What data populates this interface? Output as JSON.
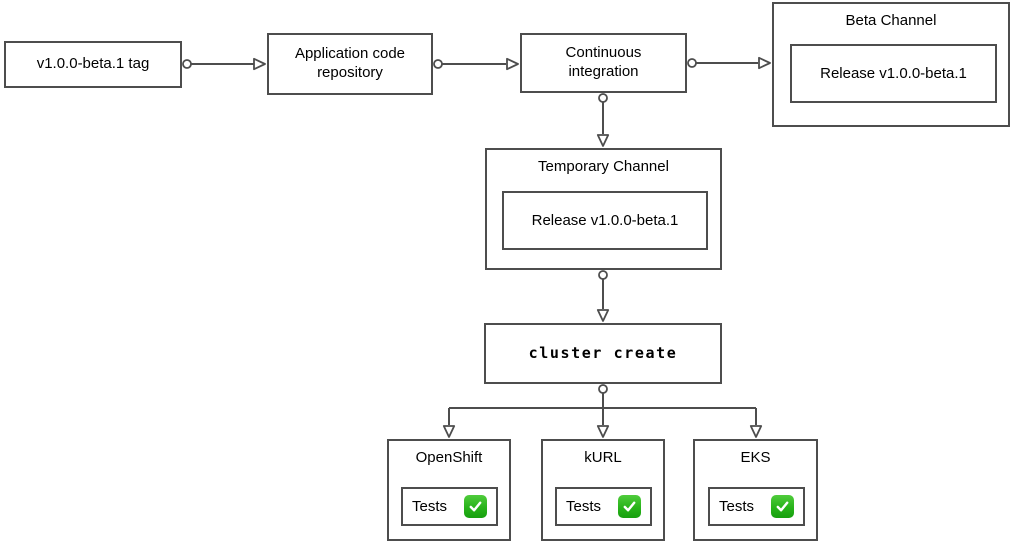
{
  "diagram": {
    "description": "Release pipeline flowchart",
    "colors": {
      "border": "#4d4d4d",
      "text": "#000000",
      "background": "#ffffff",
      "check_green": "#28b31a"
    },
    "nodes": {
      "tag": {
        "label": "v1.0.0-beta.1 tag"
      },
      "repo": {
        "label": "Application code repository"
      },
      "ci": {
        "label": "Continuous integration"
      },
      "beta_channel": {
        "title": "Beta Channel",
        "release_label": "Release v1.0.0-beta.1"
      },
      "temporary_channel": {
        "title": "Temporary Channel",
        "release_label": "Release v1.0.0-beta.1"
      },
      "cluster_create": {
        "label": "cluster create"
      },
      "platforms": [
        {
          "title": "OpenShift",
          "tests_label": "Tests",
          "status_icon": "check-mark-green"
        },
        {
          "title": "kURL",
          "tests_label": "Tests",
          "status_icon": "check-mark-green"
        },
        {
          "title": "EKS",
          "tests_label": "Tests",
          "status_icon": "check-mark-green"
        }
      ]
    }
  }
}
